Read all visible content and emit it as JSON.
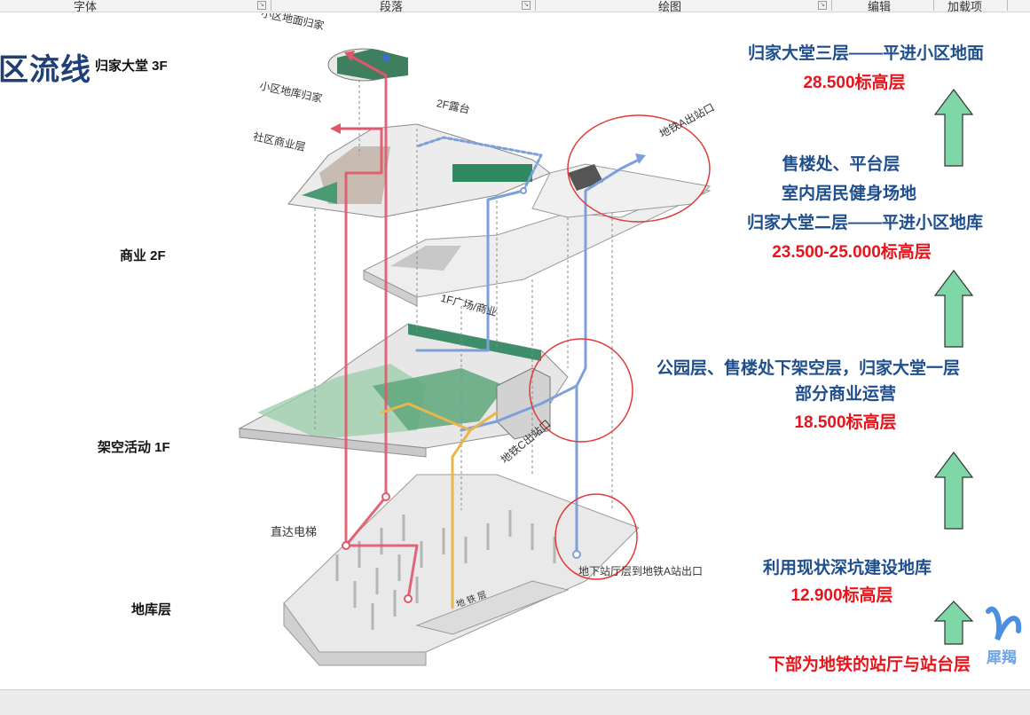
{
  "ribbon": {
    "groups": [
      "字体",
      "段落",
      "绘图",
      "编辑",
      "加载项"
    ]
  },
  "slide": {
    "title": "区流线",
    "floor_labels": [
      "归家大堂  3F",
      "商业  2F",
      "架空活动 1F",
      "地库层"
    ],
    "diagram_labels": {
      "community_ground_home": "小区地面归家",
      "community_garage_home": "小区地库归家",
      "community_commerce": "社区商业层",
      "terrace_2f": "2F露台",
      "metro_a_exit": "地铁A出站口",
      "plaza_1f": "1F广场/商业",
      "metro_c_exit": "地铁C出站口",
      "direct_elevator": "直达电梯",
      "metro_layer": "地 铁 层",
      "station_to_a": "地下站厅层到地铁A站出口"
    },
    "right_annotations": {
      "a1": "归家大堂三层——平进小区地面",
      "a1_elev": "28.500标高层",
      "a2_l1": "售楼处、平台层",
      "a2_l2": "室内居民健身场地",
      "a2_l3": "归家大堂二层——平进小区地库",
      "a2_elev": "23.500-25.000标高层",
      "a3_l1": "公园层、售楼处下架空层，归家大堂一层",
      "a3_l2": "部分商业运营",
      "a3_elev": "18.500标高层",
      "a4_l1": "利用现状深坑建设地库",
      "a4_elev": "12.900标高层",
      "a5": "下部为地铁的站厅与站台层"
    },
    "watermark": "犀羯"
  },
  "colors": {
    "title": "#1f3f77",
    "annotation_blue": "#1f4e8c",
    "annotation_red": "#e8141b",
    "arrow_fill": "#7fd6a6",
    "route_red": "#e0566a",
    "route_blue": "#7ea0d8",
    "route_yellow": "#e8b64a",
    "circle": "#e23a3a"
  }
}
